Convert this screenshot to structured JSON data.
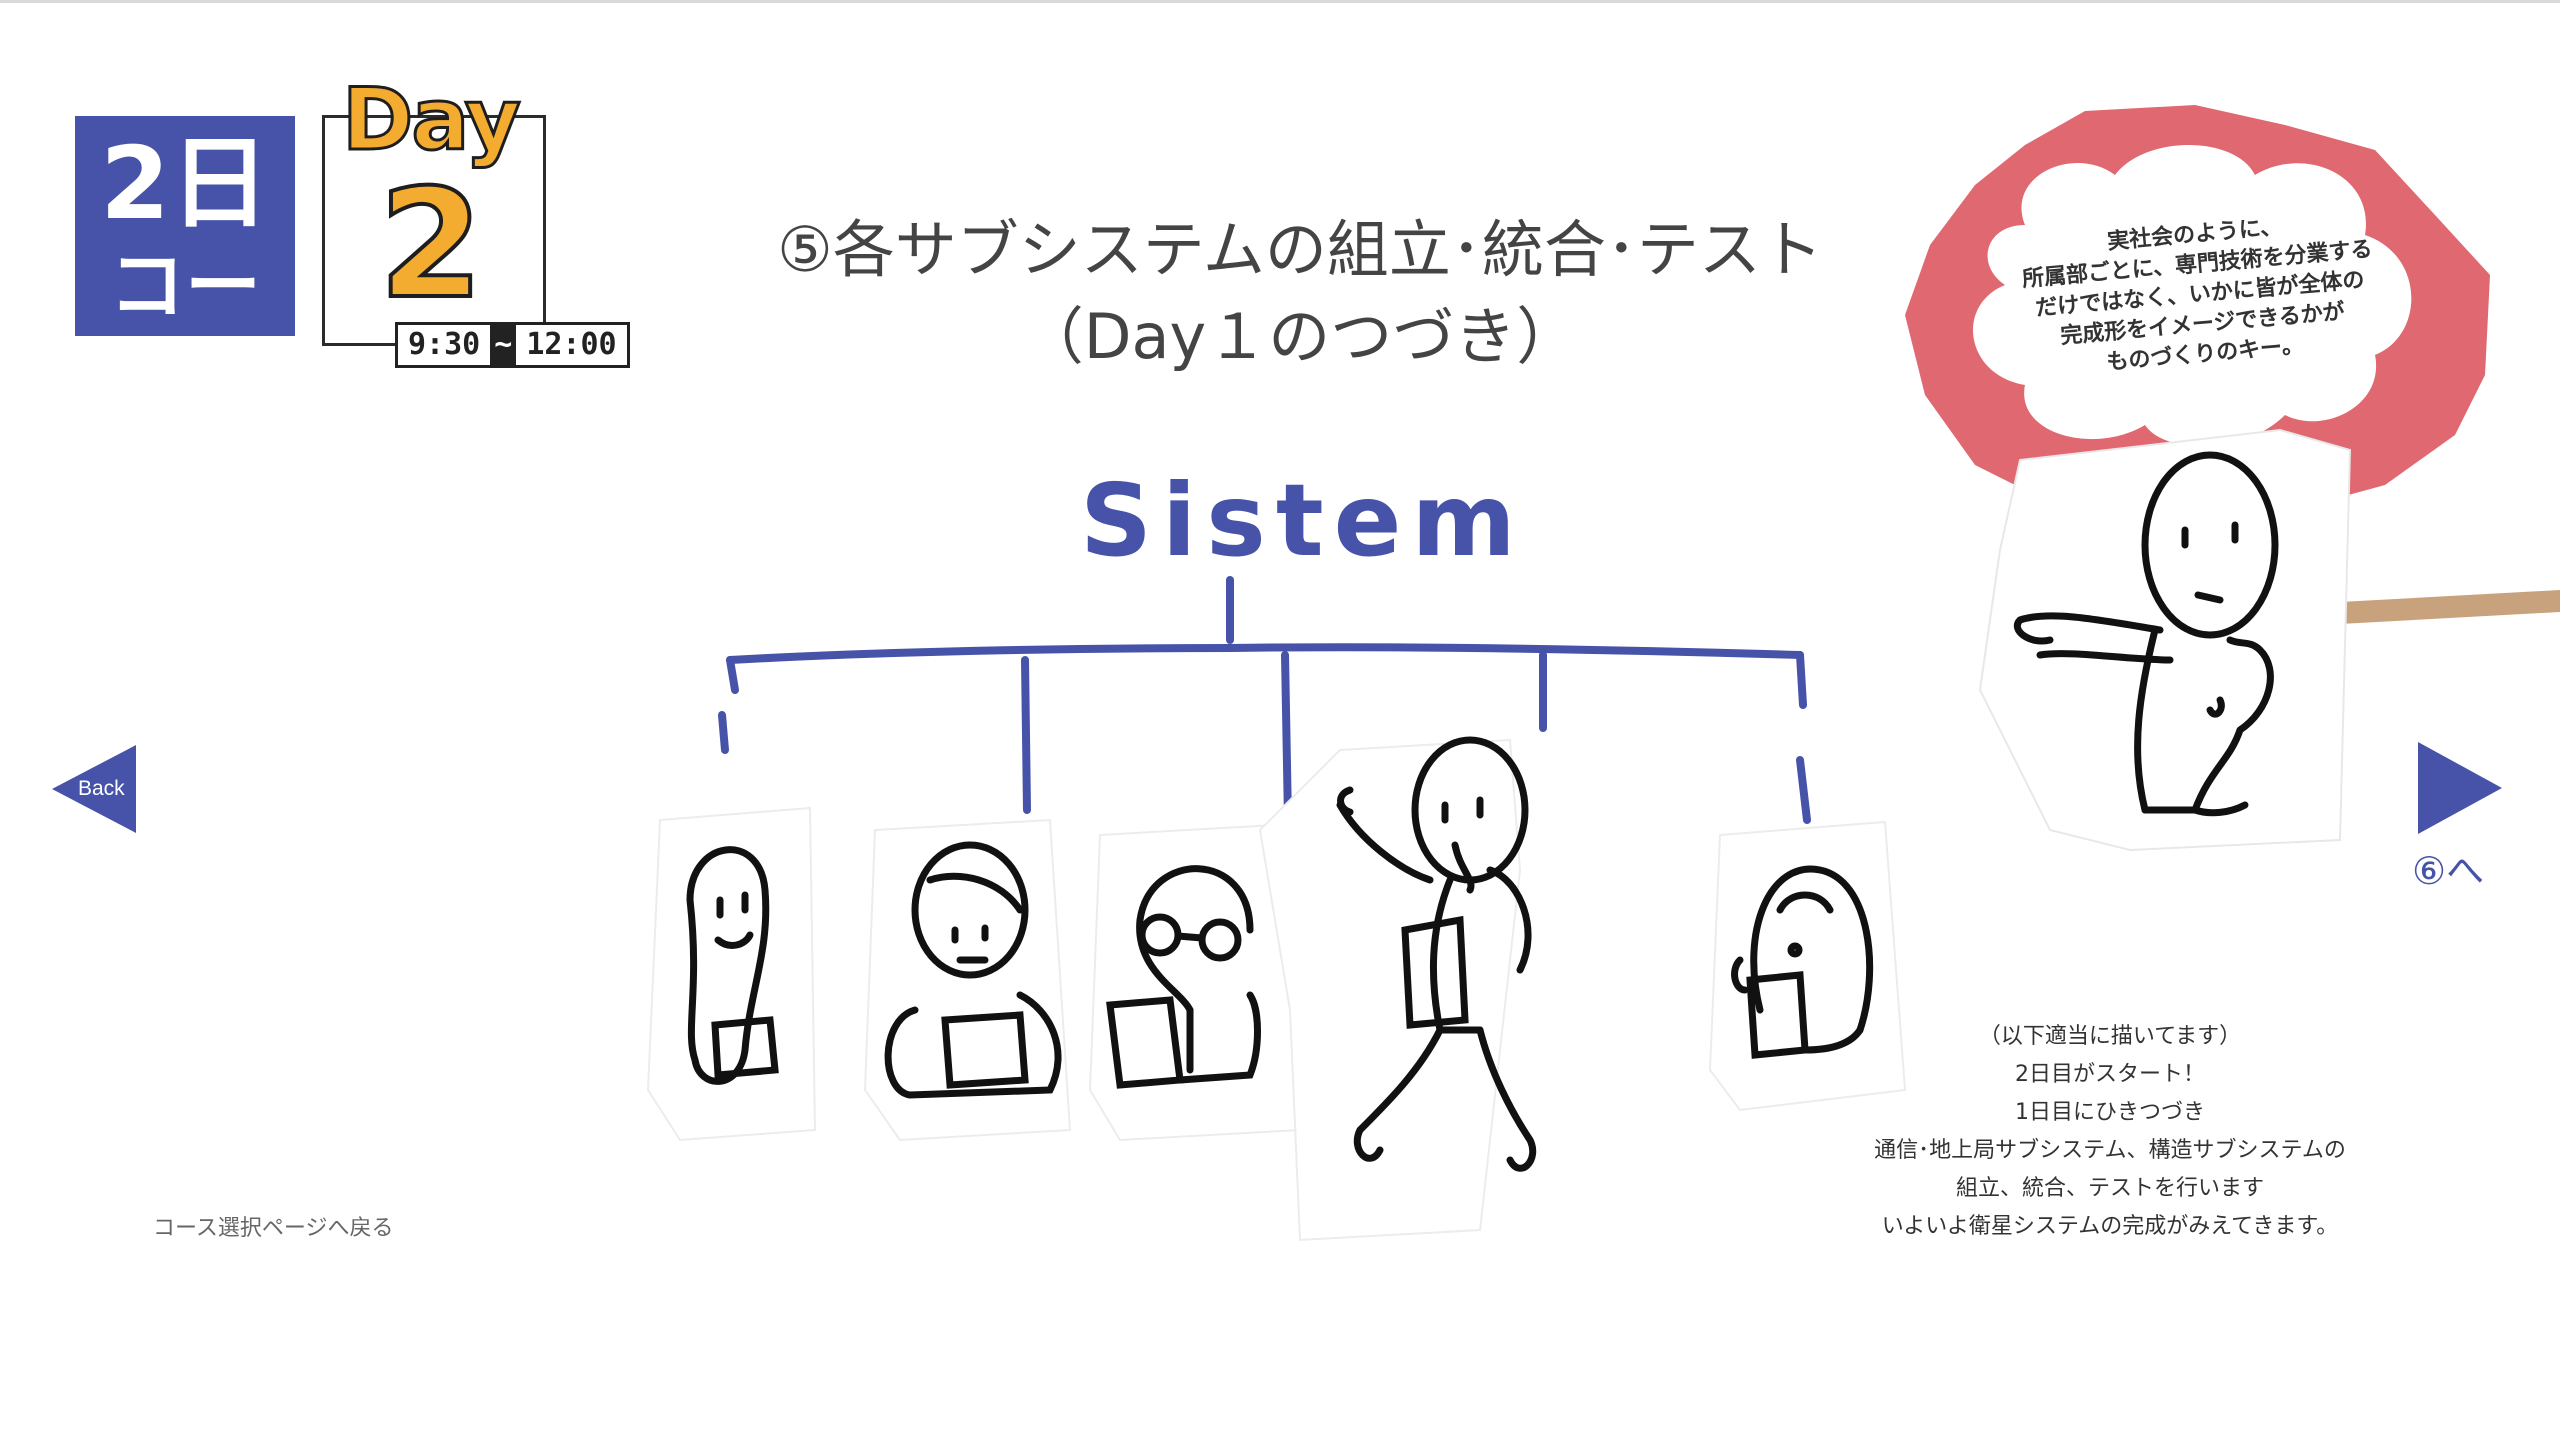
{
  "course_badge": {
    "line1": "2日",
    "line2": "コース"
  },
  "day": {
    "word": "Day",
    "number": "2",
    "time_start": "9:30",
    "time_sep": "~",
    "time_end": "12:00"
  },
  "title": {
    "line1": "⑤各サブシステムの組立･統合･テスト",
    "line2": "（Day１のつづき）"
  },
  "diagram": {
    "root_label": "Sistem",
    "accent_color": "#4653a8"
  },
  "bubble": {
    "lines": [
      "実社会のように、",
      "所属部ごとに、専門技術を分業する",
      "だけではなく、いかに皆が全体の",
      "完成形をイメージできるかが",
      "ものづくりのキー。"
    ],
    "color": "#e06870"
  },
  "nav": {
    "back_label": "Back",
    "next_label": "⑥へ",
    "course_back_link": "コース選択ページへ戻る"
  },
  "note": {
    "lines": [
      "（以下適当に描いてます）",
      "2日目がスタート！",
      "1日目にひきつづき",
      "通信･地上局サブシステム、構造サブシステムの",
      "組立、統合、テストを行います",
      "いよいよ衛星システムの完成がみえてきます。"
    ]
  },
  "colors": {
    "brand_blue": "#4653a8",
    "day_orange": "#f3ac2f",
    "bubble_red": "#e06870"
  }
}
